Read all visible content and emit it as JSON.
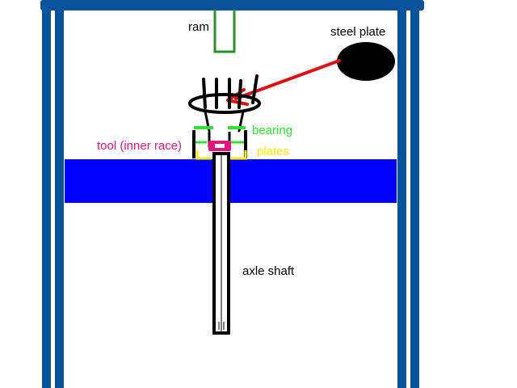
{
  "labels": {
    "ram": "ram",
    "steel_plate": "steel plate",
    "bearing": "bearing",
    "tool": "tool (inner race)",
    "plates": "plates",
    "axle_shaft": "axle shaft"
  },
  "colors": {
    "frame": "#0a5299",
    "table": "#0000ff",
    "ram": "#2f8f2f",
    "steel_plate": "#000000",
    "arrow": "#dd1111",
    "bearing": "#33dd33",
    "tool": "#e0157f",
    "plates": "#ffee00",
    "shaft": "#000000",
    "text": "#000000"
  }
}
